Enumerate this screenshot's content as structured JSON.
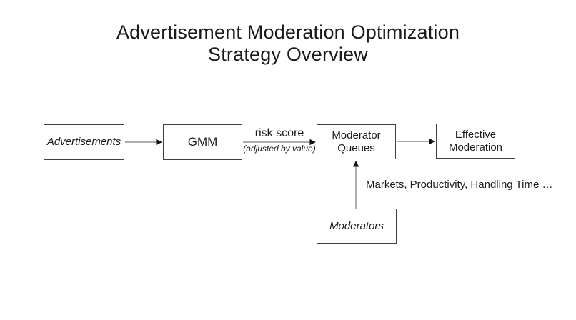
{
  "title": {
    "line1": "Advertisement Moderation Optimization",
    "line2": "Strategy Overview"
  },
  "diagram": {
    "nodes": [
      {
        "id": "advertisements",
        "label": "Advertisements",
        "style": "italic"
      },
      {
        "id": "gmm",
        "label": "GMM",
        "style": "normal"
      },
      {
        "id": "moderator-queues",
        "label": "Moderator Queues",
        "style": "normal"
      },
      {
        "id": "effective-moderation",
        "label": "Effective Moderation",
        "style": "normal"
      },
      {
        "id": "moderators",
        "label": "Moderators",
        "style": "italic"
      }
    ],
    "edges": [
      {
        "from": "advertisements",
        "to": "gmm",
        "label": ""
      },
      {
        "from": "gmm",
        "to": "moderator-queues",
        "label": "risk score",
        "sublabel": "(adjusted by value)"
      },
      {
        "from": "moderator-queues",
        "to": "effective-moderation",
        "label": ""
      },
      {
        "from": "moderators",
        "to": "moderator-queues",
        "label": "Markets, Productivity, Handling Time …"
      }
    ],
    "colors": {
      "box_border": "#404040",
      "box_fill": "#ffffff",
      "arrow_line": "#7a7a7a",
      "arrow_head": "#111111",
      "text": "#1a1a1a",
      "background": "#ffffff"
    }
  }
}
